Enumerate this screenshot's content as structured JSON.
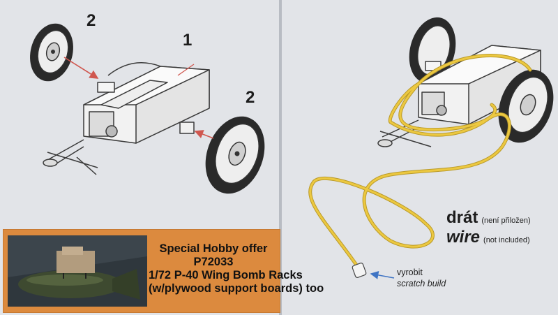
{
  "left_panel": {
    "callouts": {
      "wheel_top": "2",
      "trailer": "1",
      "wheel_right": "2"
    },
    "offer": {
      "line1": "Special Hobby offer",
      "line2": "P72033",
      "line3": "1/72 P-40 Wing Bomb Racks",
      "line4": "(w/plywood support boards) too"
    }
  },
  "right_panel": {
    "wire_czech": "drát",
    "wire_czech_note": "(není přiložen)",
    "wire_english": "wire",
    "wire_english_note": "(not included)",
    "scratch_czech": "vyrobit",
    "scratch_english": "scratch build"
  },
  "colors": {
    "background": "#e2e4e8",
    "offer_box": "#dc8a3e",
    "wire": "#e8c23a",
    "arrow_red": "#d0574f",
    "arrow_blue": "#3f74c4"
  }
}
